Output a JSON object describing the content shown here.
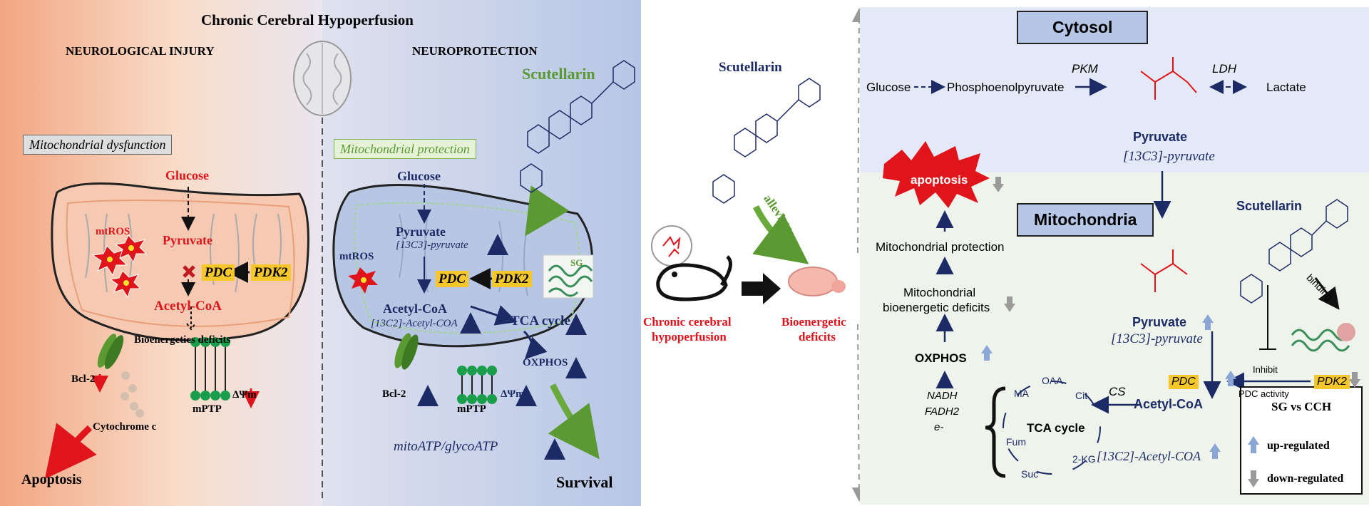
{
  "left_panel": {
    "title": "Chronic Cerebral Hypoperfusion",
    "injury": {
      "heading": "NEUROLOGICAL INJURY",
      "box_label": "Mitochondrial dysfunction",
      "glucose": "Glucose",
      "mtros": "mtROS",
      "pyruvate": "Pyruvate",
      "pdc": "PDC",
      "pdk2": "PDK2",
      "acetyl_coa": "Acetyl-CoA",
      "bioenergetics": "Bioenergetics deficits",
      "bcl2": "Bcl-2",
      "mptp": "mPTP",
      "dpsi": "ΔΨm",
      "cytochrome": "Cytochrome c",
      "apoptosis": "Apoptosis"
    },
    "protection": {
      "heading": "NEUROPROTECTION",
      "scutellarin": "Scutellarin",
      "box_label": "Mitochondrial protection",
      "glucose": "Glucose",
      "pyruvate": "Pyruvate",
      "pyruvate_iso": "[13C3]-pyruvate",
      "mtros": "mtROS",
      "pdc": "PDC",
      "pdk2": "PDK2",
      "sg": "SG",
      "acetyl_coa": "Acetyl-CoA",
      "acetyl_iso": "[13C2]-Acetyl-COA",
      "tca": "TCA cycle",
      "oxphos": "OXPHOS",
      "bcl2": "Bcl-2",
      "mptp": "mPTP",
      "dpsi": "ΔΨm",
      "ratio": "mitoATP/glycoATP",
      "survival": "Survival"
    }
  },
  "middle_panel": {
    "scutellarin": "Scutellarin",
    "alleviate": "alleviate",
    "cch_line1": "Chronic cerebral",
    "cch_line2": "hypoperfusion",
    "bio_line1": "Bioenergetic",
    "bio_line2": "deficits"
  },
  "right_panel": {
    "cytosol": "Cytosol",
    "mitochondria": "Mitochondria",
    "glucose": "Glucose",
    "pep": "Phosphoenolpyruvate",
    "pkm": "PKM",
    "ldh": "LDH",
    "lactate": "Lactate",
    "pyruvate_top": "Pyruvate",
    "pyruvate_top_iso": "[13C3]-pyruvate",
    "apoptosis": "apoptosis",
    "mito_protection": "Mitochondrial protection",
    "mito_deficits_1": "Mitochondrial",
    "mito_deficits_2": "bioenergetic deficits",
    "oxphos": "OXPHOS",
    "nadh": "NADH",
    "fadh2": "FADH2",
    "eminus": "e-",
    "tca": "TCA cycle",
    "tca_nodes": [
      "OAA",
      "Cit",
      "2-KG",
      "Suc",
      "Fum",
      "MA"
    ],
    "cs": "CS",
    "acetyl_coa": "Acetyl-CoA",
    "acetyl_iso": "[13C2]-Acetyl-COA",
    "pyruvate_mito": "Pyruvate",
    "pyruvate_mito_iso": "[13C3]-pyruvate",
    "pdc": "PDC",
    "pdk2": "PDK2",
    "inhibit_1": "Inhibit",
    "inhibit_2": "PDC activity",
    "scutellarin": "Scutellarin",
    "binding": "binding",
    "legend_title": "SG vs CCH",
    "legend_up": "up-regulated",
    "legend_down": "down-regulated"
  },
  "colors": {
    "red": "#e0141b",
    "navy": "#1c2a66",
    "green": "#5b9a32",
    "highlight": "#f6c72b",
    "up_arrow_blue": "#8aa6d6",
    "down_arrow_gray": "#9a9a9a"
  }
}
